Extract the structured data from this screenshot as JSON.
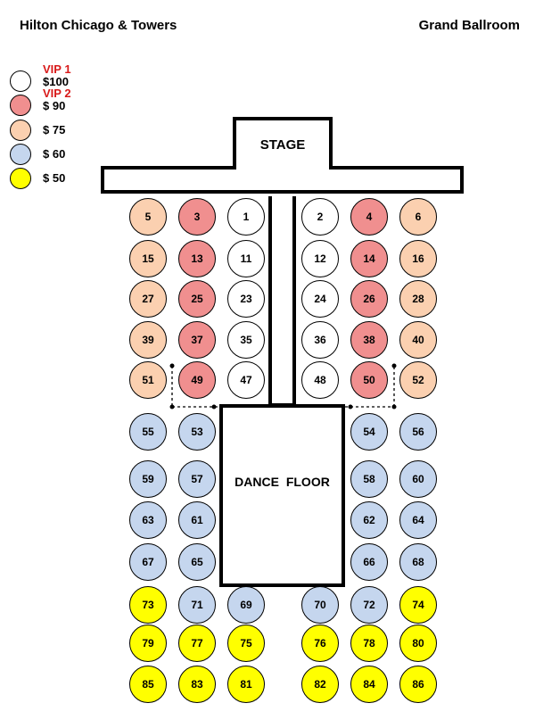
{
  "header": {
    "left": "Hilton Chicago & Towers",
    "right": "Grand Ballroom"
  },
  "colors": {
    "vip1": "#ffffff",
    "vip2": "#f08f8f",
    "tier75": "#fbd0b0",
    "tier60": "#c5d6ee",
    "tier50": "#ffff00",
    "vip_label": "#d81a1a",
    "outline": "#000000"
  },
  "legend": [
    {
      "tier": "VIP 1",
      "price": "$100",
      "color_key": "vip1"
    },
    {
      "tier": "VIP 2",
      "price": "$  90",
      "color_key": "vip2"
    },
    {
      "tier": "",
      "price": "$  75",
      "color_key": "tier75"
    },
    {
      "tier": "",
      "price": "$  60",
      "color_key": "tier60"
    },
    {
      "tier": "",
      "price": "$  50",
      "color_key": "tier50"
    }
  ],
  "stage": {
    "label": "STAGE"
  },
  "dance_floor": {
    "label": "DANCE FLOOR"
  },
  "tables": [
    {
      "number": "5",
      "tier": "tier75"
    },
    {
      "number": "3",
      "tier": "vip2"
    },
    {
      "number": "1",
      "tier": "vip1"
    },
    {
      "number": "2",
      "tier": "vip1"
    },
    {
      "number": "4",
      "tier": "vip2"
    },
    {
      "number": "6",
      "tier": "tier75"
    },
    {
      "number": "15",
      "tier": "tier75"
    },
    {
      "number": "13",
      "tier": "vip2"
    },
    {
      "number": "11",
      "tier": "vip1"
    },
    {
      "number": "12",
      "tier": "vip1"
    },
    {
      "number": "14",
      "tier": "vip2"
    },
    {
      "number": "16",
      "tier": "tier75"
    },
    {
      "number": "27",
      "tier": "tier75"
    },
    {
      "number": "25",
      "tier": "vip2"
    },
    {
      "number": "23",
      "tier": "vip1"
    },
    {
      "number": "24",
      "tier": "vip1"
    },
    {
      "number": "26",
      "tier": "vip2"
    },
    {
      "number": "28",
      "tier": "tier75"
    },
    {
      "number": "39",
      "tier": "tier75"
    },
    {
      "number": "37",
      "tier": "vip2"
    },
    {
      "number": "35",
      "tier": "vip1"
    },
    {
      "number": "36",
      "tier": "vip1"
    },
    {
      "number": "38",
      "tier": "vip2"
    },
    {
      "number": "40",
      "tier": "tier75"
    },
    {
      "number": "51",
      "tier": "tier75"
    },
    {
      "number": "49",
      "tier": "vip2"
    },
    {
      "number": "47",
      "tier": "vip1"
    },
    {
      "number": "48",
      "tier": "vip1"
    },
    {
      "number": "50",
      "tier": "vip2"
    },
    {
      "number": "52",
      "tier": "tier75"
    },
    {
      "number": "55",
      "tier": "tier60"
    },
    {
      "number": "53",
      "tier": "tier60"
    },
    {
      "number": "54",
      "tier": "tier60"
    },
    {
      "number": "56",
      "tier": "tier60"
    },
    {
      "number": "59",
      "tier": "tier60"
    },
    {
      "number": "57",
      "tier": "tier60"
    },
    {
      "number": "58",
      "tier": "tier60"
    },
    {
      "number": "60",
      "tier": "tier60"
    },
    {
      "number": "63",
      "tier": "tier60"
    },
    {
      "number": "61",
      "tier": "tier60"
    },
    {
      "number": "62",
      "tier": "tier60"
    },
    {
      "number": "64",
      "tier": "tier60"
    },
    {
      "number": "67",
      "tier": "tier60"
    },
    {
      "number": "65",
      "tier": "tier60"
    },
    {
      "number": "66",
      "tier": "tier60"
    },
    {
      "number": "68",
      "tier": "tier60"
    },
    {
      "number": "73",
      "tier": "tier50"
    },
    {
      "number": "71",
      "tier": "tier60"
    },
    {
      "number": "69",
      "tier": "tier60"
    },
    {
      "number": "70",
      "tier": "tier60"
    },
    {
      "number": "72",
      "tier": "tier60"
    },
    {
      "number": "74",
      "tier": "tier50"
    },
    {
      "number": "79",
      "tier": "tier50"
    },
    {
      "number": "77",
      "tier": "tier50"
    },
    {
      "number": "75",
      "tier": "tier50"
    },
    {
      "number": "76",
      "tier": "tier50"
    },
    {
      "number": "78",
      "tier": "tier50"
    },
    {
      "number": "80",
      "tier": "tier50"
    },
    {
      "number": "85",
      "tier": "tier50"
    },
    {
      "number": "83",
      "tier": "tier50"
    },
    {
      "number": "81",
      "tier": "tier50"
    },
    {
      "number": "82",
      "tier": "tier50"
    },
    {
      "number": "84",
      "tier": "tier50"
    },
    {
      "number": "86",
      "tier": "tier50"
    }
  ]
}
